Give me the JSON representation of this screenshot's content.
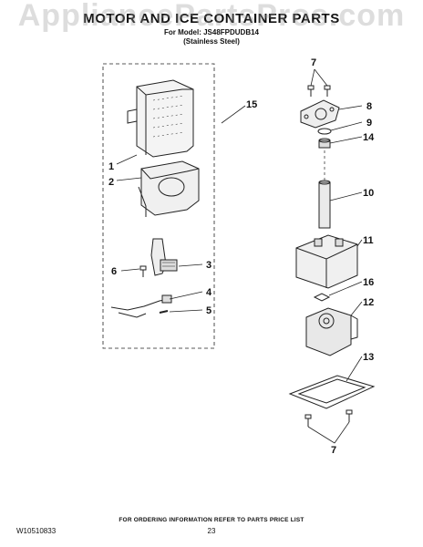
{
  "watermark": "AppliancePartsPros.com",
  "header": {
    "title": "MOTOR AND ICE CONTAINER PARTS",
    "model_line": "For Model: JS48FPDUDB14",
    "variant_line": "(Stainless Steel)"
  },
  "callouts": {
    "c1": "1",
    "c2": "2",
    "c3": "3",
    "c4": "4",
    "c5": "5",
    "c6": "6",
    "c7_top": "7",
    "c7_bottom": "7",
    "c8": "8",
    "c9": "9",
    "c10": "10",
    "c11": "11",
    "c12": "12",
    "c13": "13",
    "c14": "14",
    "c15": "15",
    "c16": "16"
  },
  "footer": {
    "note": "FOR ORDERING INFORMATION REFER TO PARTS PRICE LIST",
    "doc_number": "W10510833",
    "page_number": "23"
  }
}
